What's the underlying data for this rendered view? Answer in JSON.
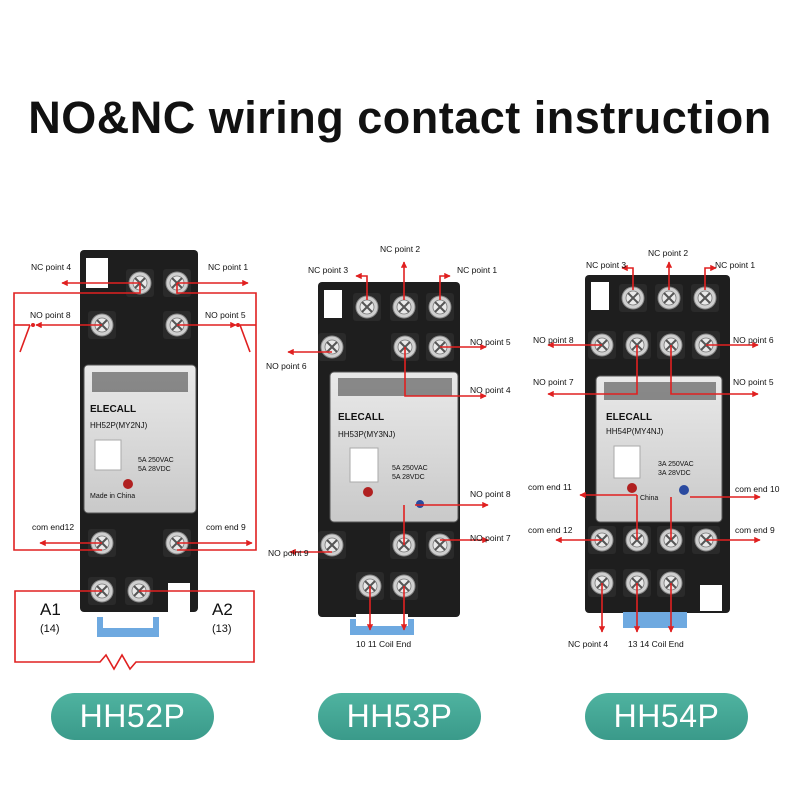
{
  "title": "NO&NC wiring contact instruction",
  "colors": {
    "wire": "#e02020",
    "base": "#222222",
    "pill": "#3fa592",
    "clip": "#6ea9e0"
  },
  "relays": [
    {
      "model": "HH52P",
      "brand": "ELECALL",
      "part": "HH52P(MY2NJ)",
      "rating1": "5A 250VAC",
      "rating2": "5A 28VDC",
      "origin": "Made in China",
      "labels": {
        "nc4": "NC point 4",
        "nc1": "NC point 1",
        "no8": "NO point 8",
        "no5": "NO point 5",
        "com12": "com end12",
        "com9": "com end 9",
        "a1": "A1",
        "a1n": "(14)",
        "a2": "A2",
        "a2n": "(13)"
      }
    },
    {
      "model": "HH53P",
      "brand": "ELECALL",
      "part": "HH53P(MY3NJ)",
      "rating1": "5A 250VAC",
      "rating2": "5A 28VDC",
      "labels": {
        "nc2": "NC point 2",
        "nc3": "NC point 3",
        "nc1": "NC point 1",
        "no5": "NO point 5",
        "no6": "NO point 6",
        "no4": "NO point 4",
        "no8": "NO point 8",
        "no7": "NO point 7",
        "no9": "NO point 9",
        "coil": "10 11 Coil End"
      }
    },
    {
      "model": "HH54P",
      "brand": "ELECALL",
      "part": "HH54P(MY4NJ)",
      "rating1": "3A 250VAC",
      "rating2": "3A 28VDC",
      "origin": "China",
      "labels": {
        "nc2": "NC point 2",
        "nc3": "NC point 3",
        "nc1": "NC point 1",
        "no8": "NO point 8",
        "no6": "NO point 6",
        "no7": "NO point 7",
        "no5": "NO point 5",
        "com11": "com end 11",
        "com10": "com end 10",
        "com12": "com end 12",
        "com9": "com end 9",
        "nc4": "NC point 4",
        "coil": "13 14 Coil End"
      }
    }
  ]
}
